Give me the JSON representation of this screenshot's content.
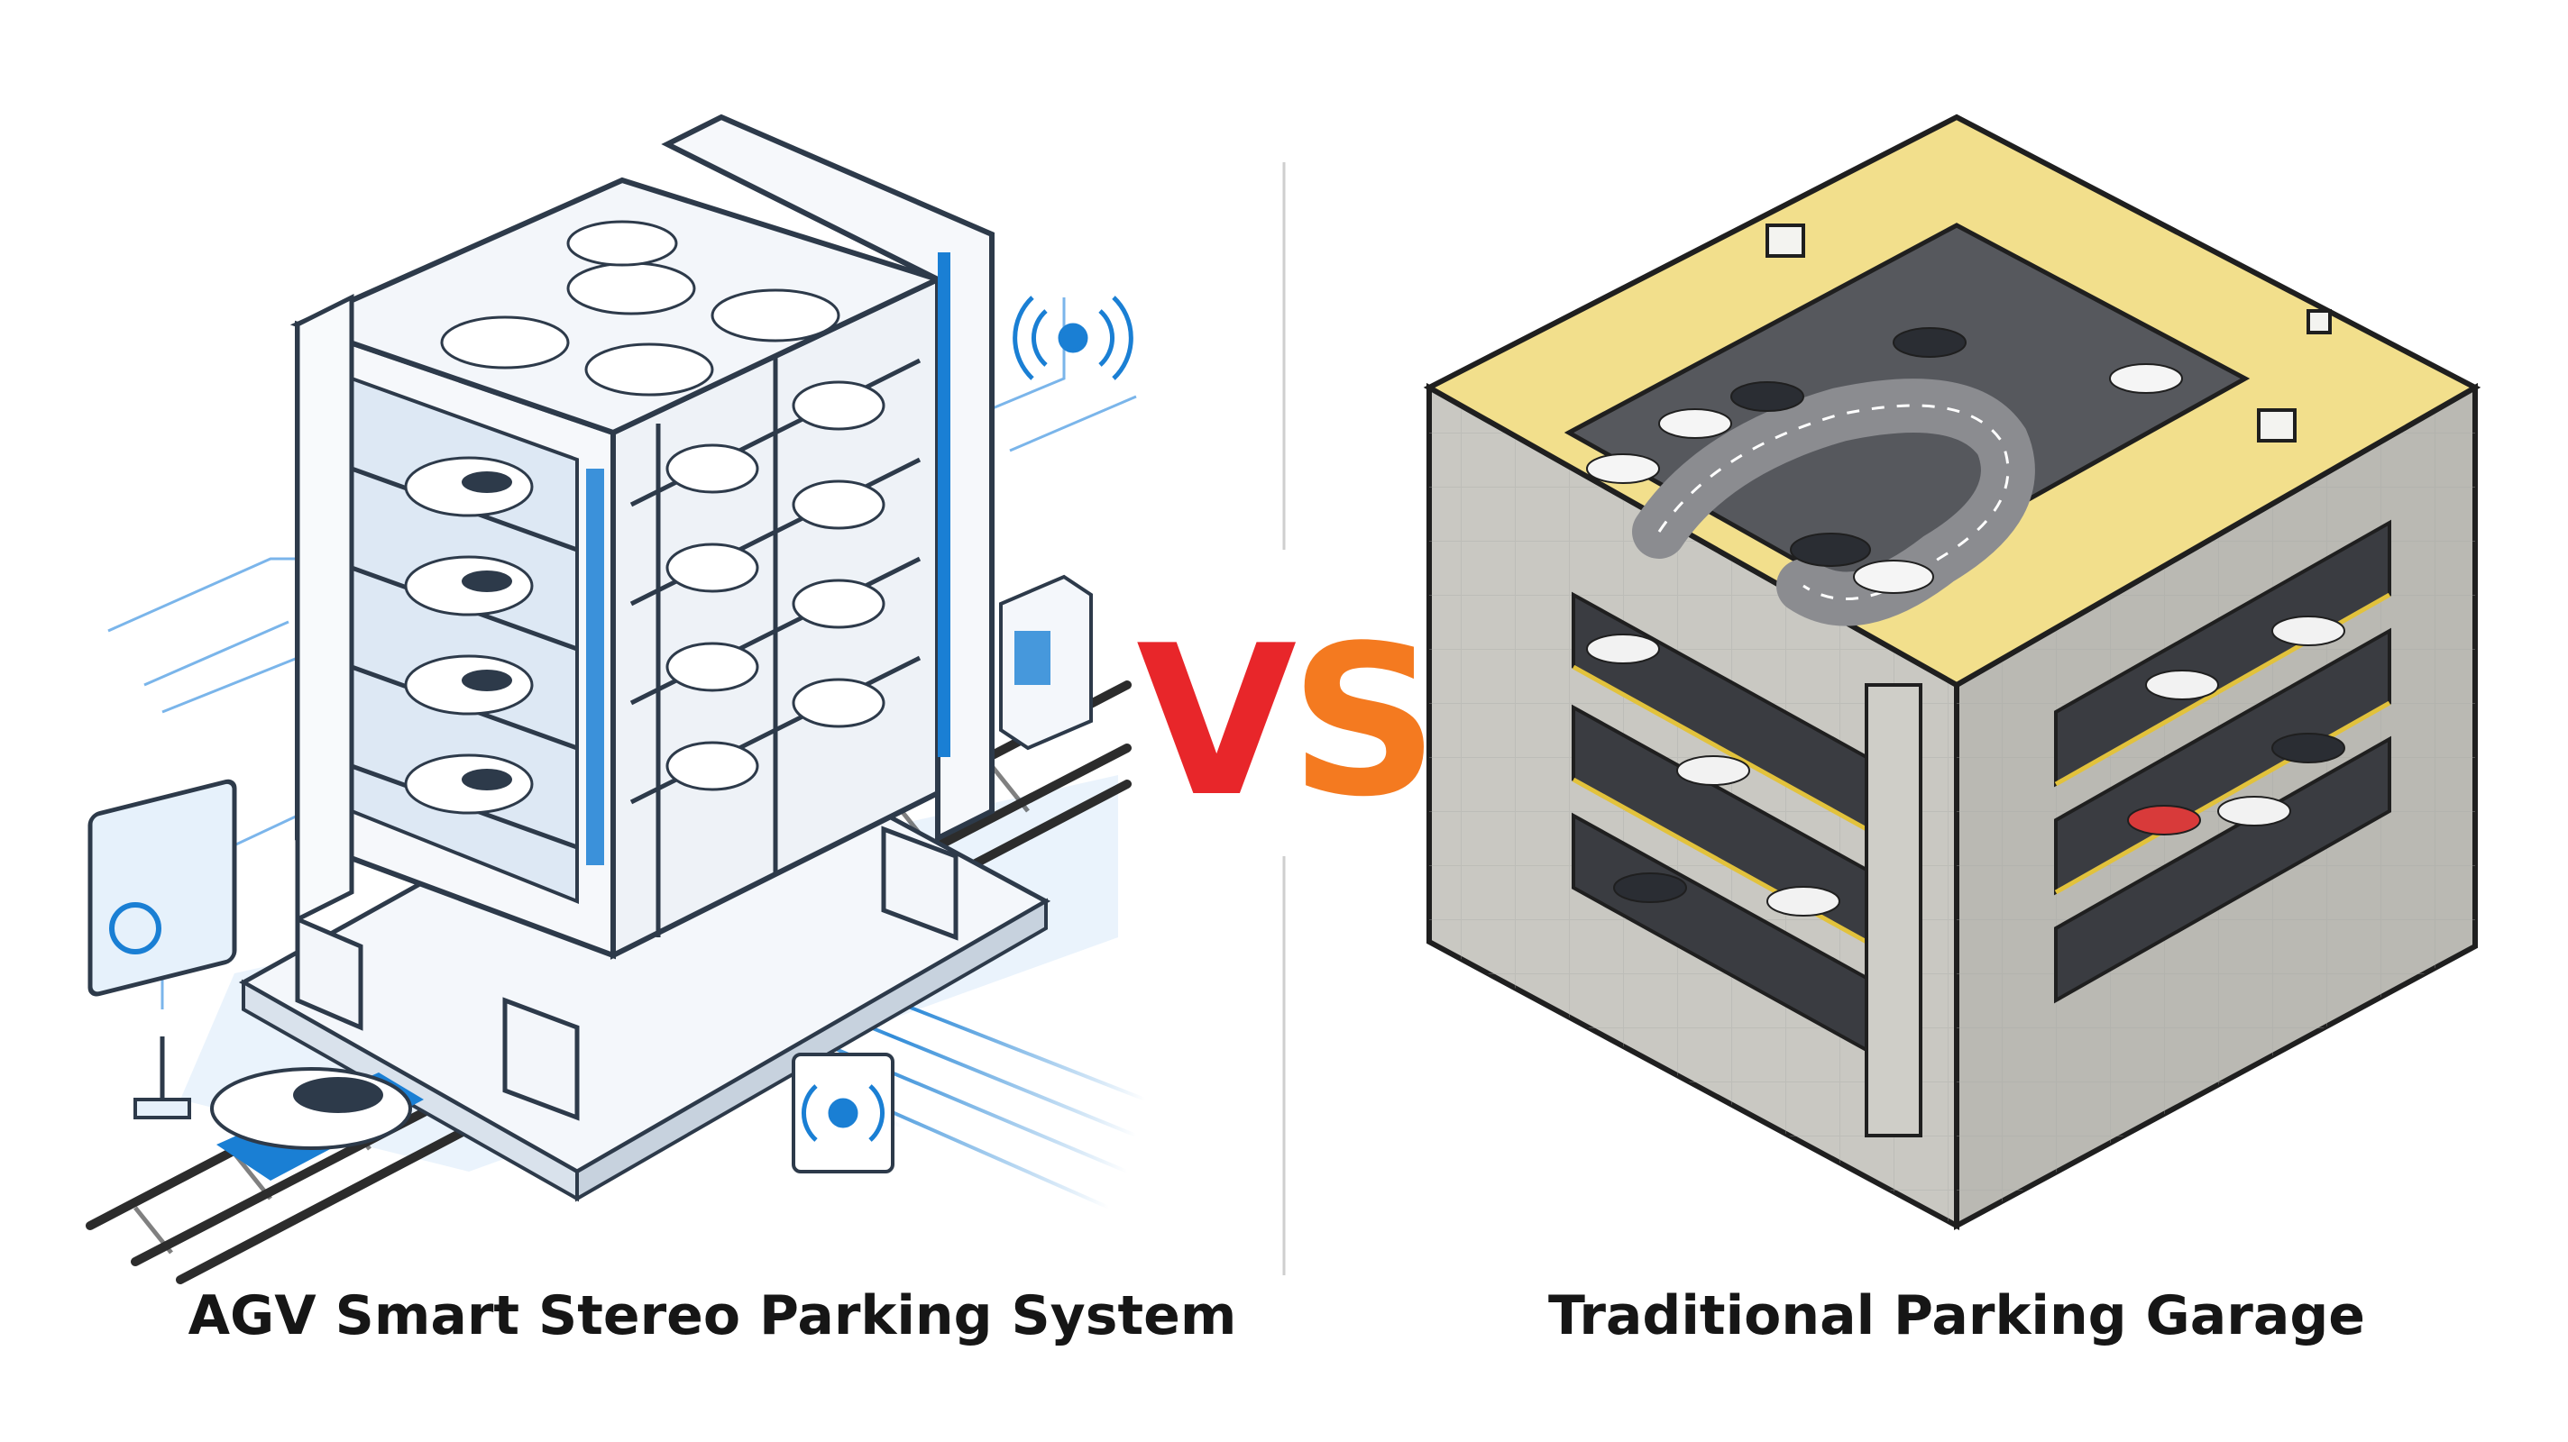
{
  "left_panel": {
    "caption": "AGV Smart Stereo Parking System",
    "accent_color": "#1a7fd4"
  },
  "right_panel": {
    "caption": "Traditional Parking Garage",
    "accent_color": "#f2df8c"
  },
  "divider": {
    "vs_v": "V",
    "vs_s": "S",
    "v_color": "#e8262a",
    "s_color": "#f47a20"
  }
}
